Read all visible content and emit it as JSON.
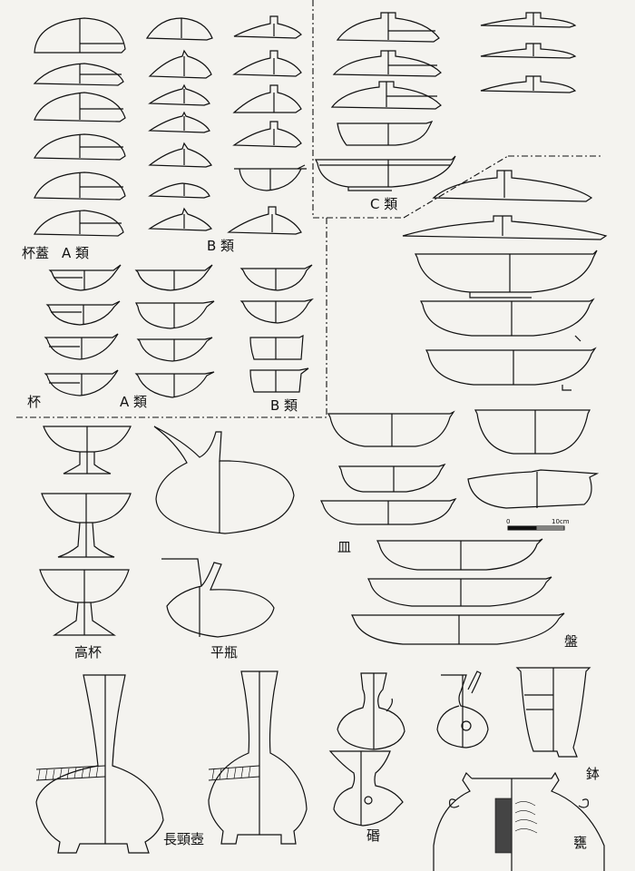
{
  "labels": {
    "lid_prefix": "杯蓋",
    "lid_a": "A 類",
    "lid_b": "B 類",
    "lid_c": "C 類",
    "cup": "杯",
    "cup_a": "A 類",
    "cup_b": "B 類",
    "tall_cup": "高杯",
    "flat_bottle": "平瓶",
    "long_neck_jar": "長頸壺",
    "dish": "皿",
    "platter": "盤",
    "spouted_jar": "䃉",
    "bowl": "鉢",
    "pot": "甕"
  },
  "scale": {
    "start": "0",
    "end": "10cm"
  }
}
